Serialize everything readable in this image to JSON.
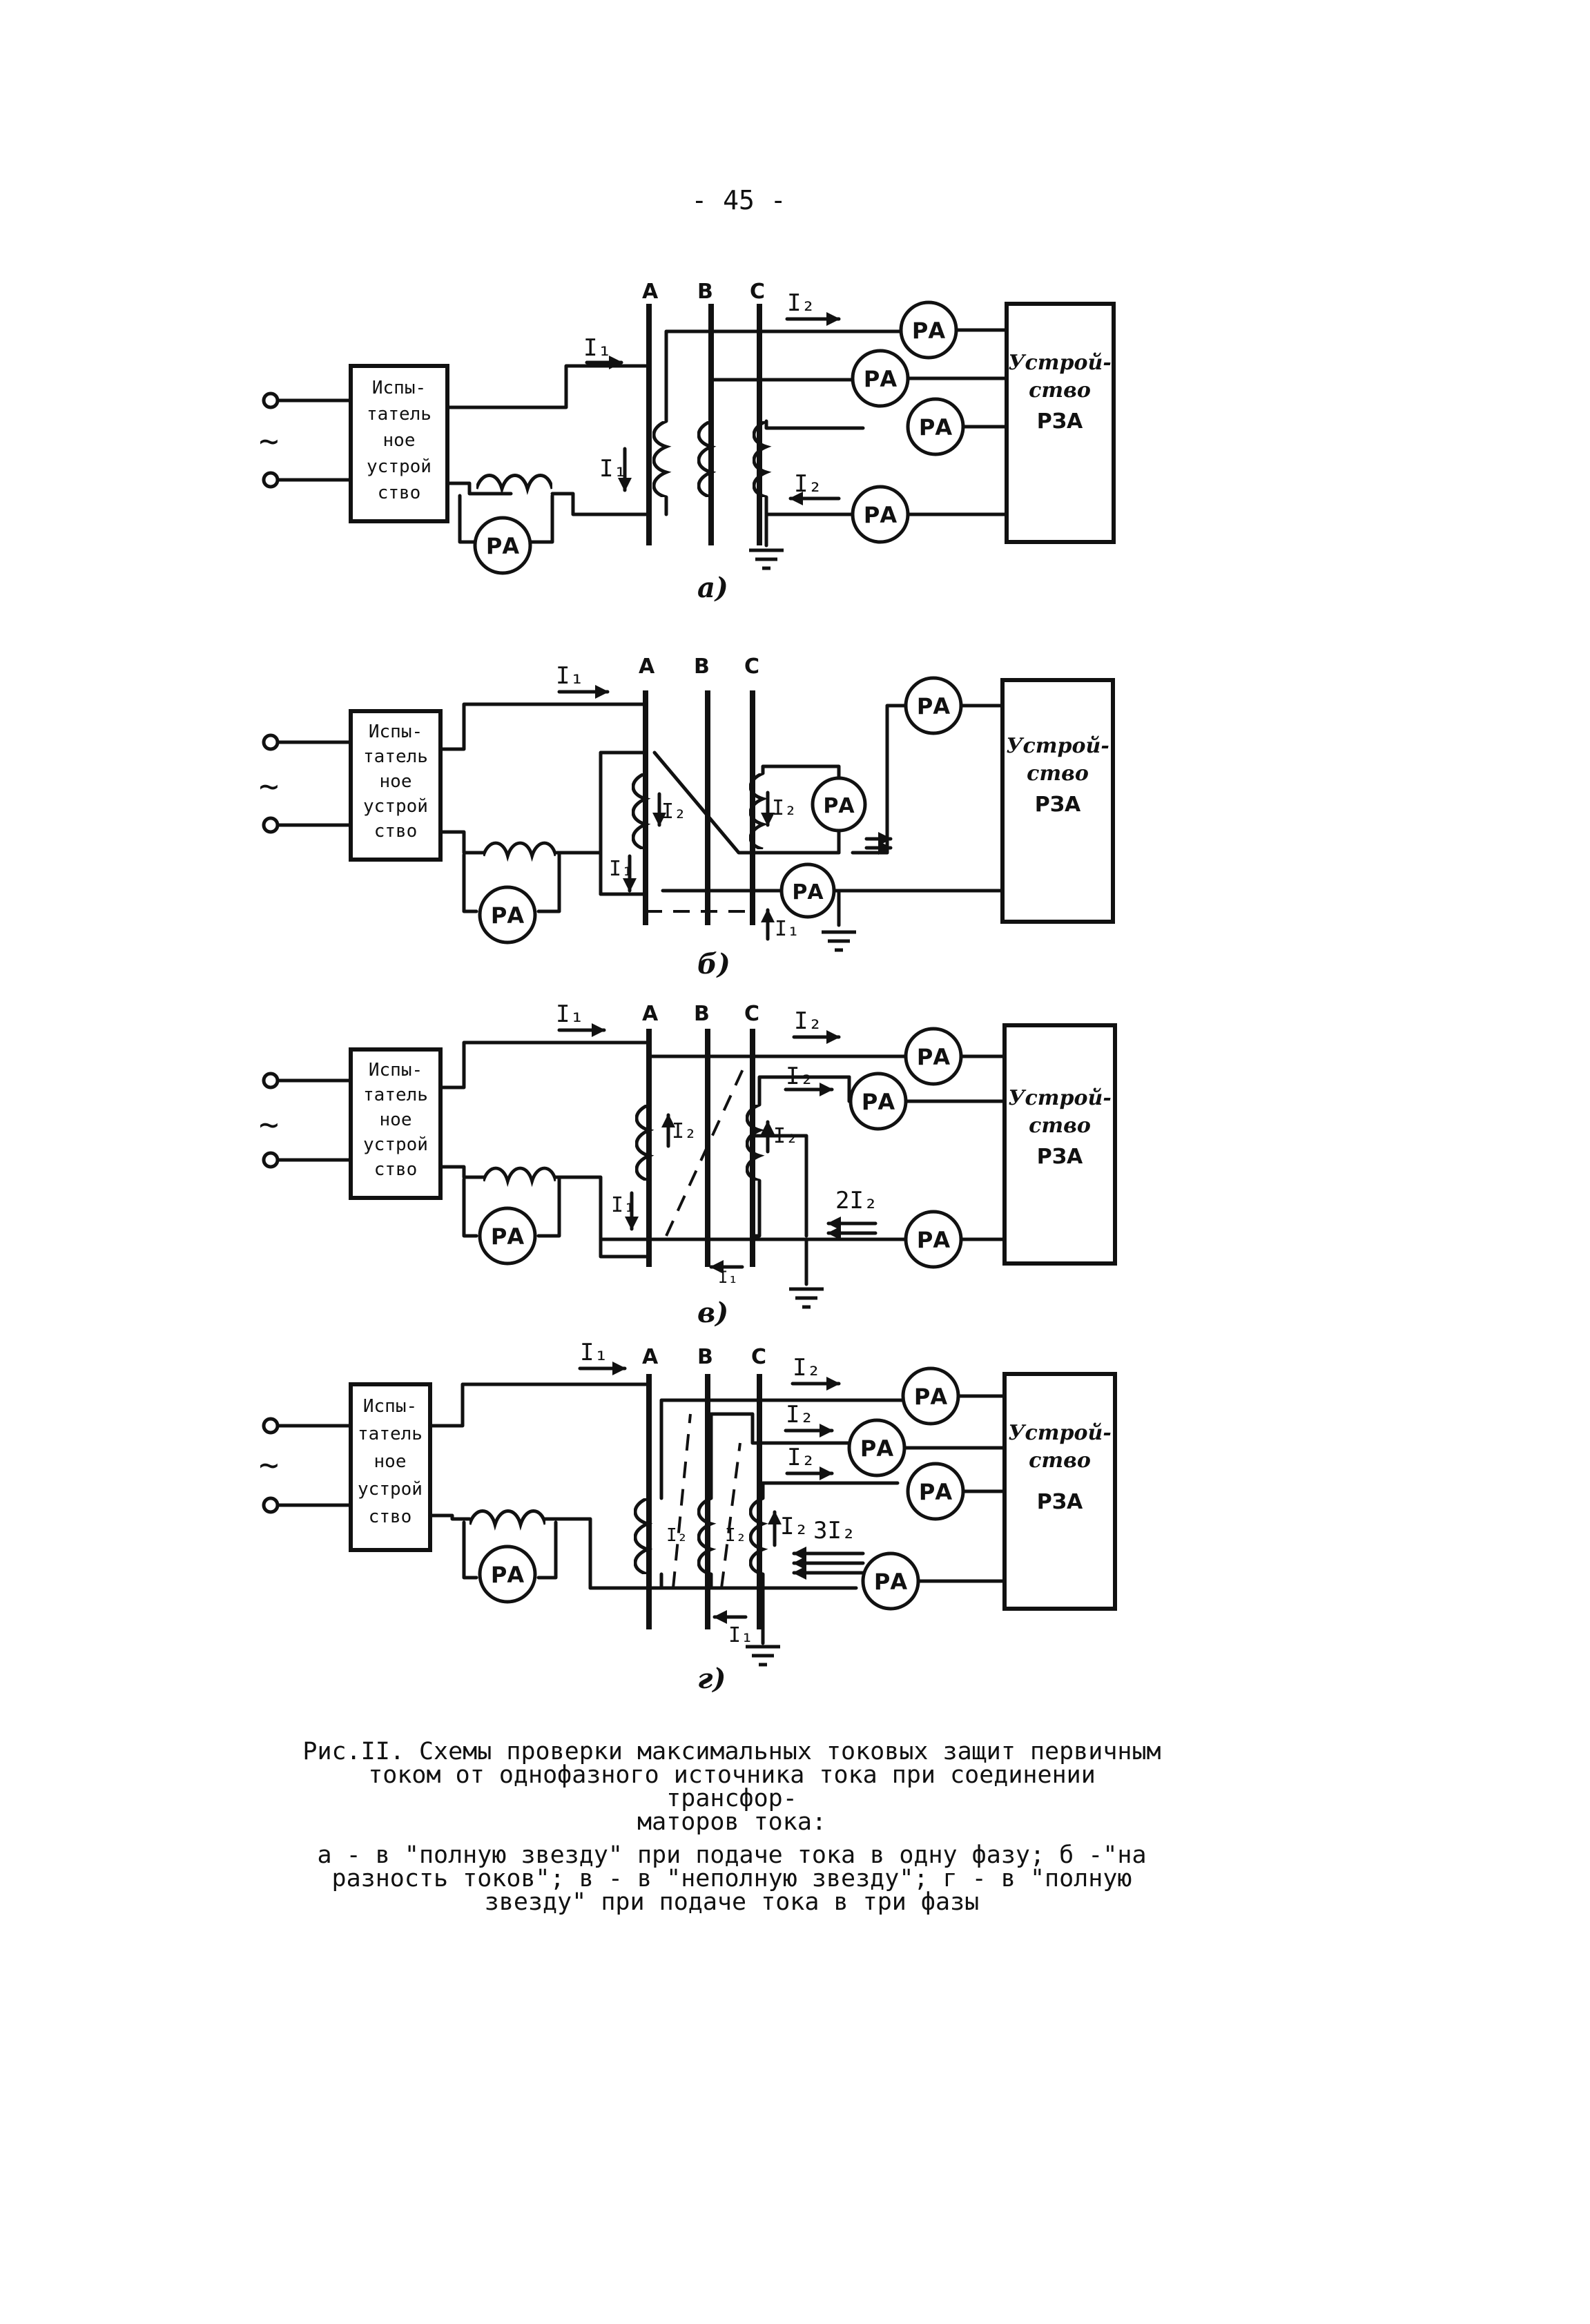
{
  "page": {
    "number": "- 45 -"
  },
  "common": {
    "tester_box_lines": [
      "Испы-",
      "татель",
      "ное",
      "устрой",
      "ство"
    ],
    "relay_box_lines": [
      "Устрой-",
      "ство",
      "РЗА"
    ],
    "ammeter_label": "РА",
    "phase_a": "А",
    "phase_b": "В",
    "phase_c": "С",
    "tilde": "~"
  },
  "diagrams": [
    {
      "tag": "а)",
      "i1": "I₁",
      "i2": "I₂"
    },
    {
      "tag": "б)",
      "i1": "I₁",
      "i2": "I₂"
    },
    {
      "tag": "в)",
      "i1": "I₁",
      "i2": "I₂",
      "i2x2": "2I₂"
    },
    {
      "tag": "г)",
      "i1": "I₁",
      "i2": "I₂",
      "i2x3": "3I₂"
    }
  ],
  "caption": {
    "line1": "Рис.II. Схемы проверки максимальных токовых защит первичным",
    "line2": "током от однофазного источника тока при соединении трансфор-",
    "line3": "маторов тока:",
    "line4": "а - в \"полную звезду\" при подаче тока в одну фазу; б -\"на",
    "line5": "разность токов\"; в - в \"неполную звезду\"; г - в \"полную",
    "line6": "звезду\" при подаче тока в три фазы"
  }
}
